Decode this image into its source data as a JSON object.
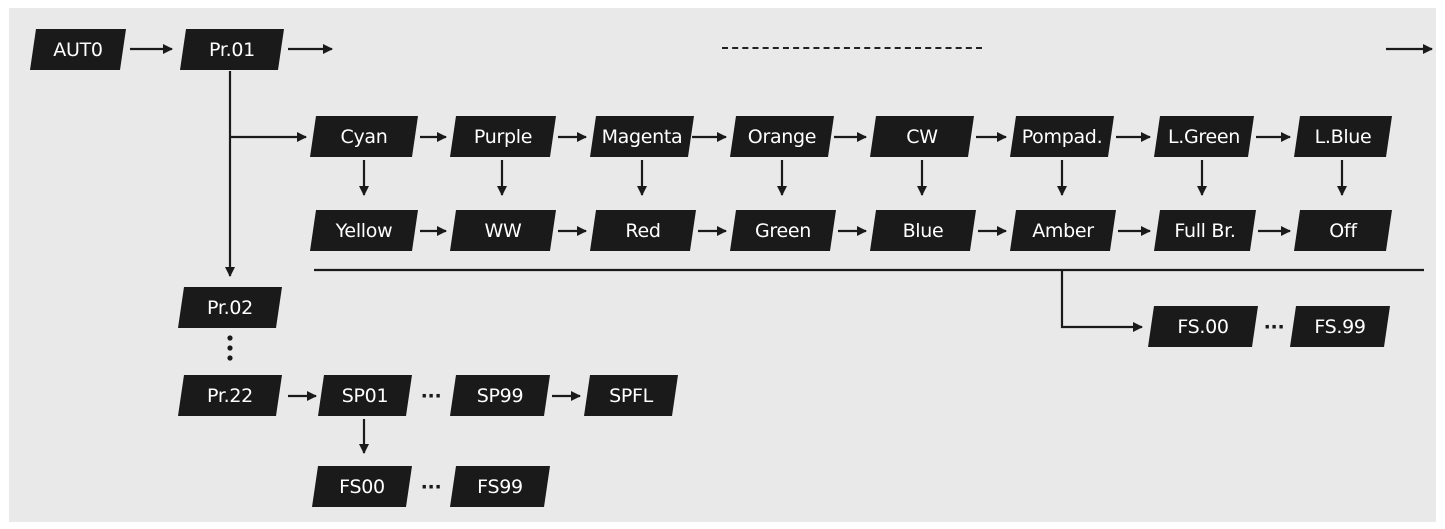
{
  "nodes": {
    "auto": "AUT0",
    "pr01": "Pr.01",
    "pr02": "Pr.02",
    "pr22": "Pr.22",
    "cyan": "Cyan",
    "purple": "Purple",
    "magenta": "Magenta",
    "orange": "Orange",
    "cw": "CW",
    "pompad": "Pompad.",
    "lgreen": "L.Green",
    "lblue": "L.Blue",
    "yellow": "Yellow",
    "ww": "WW",
    "red": "Red",
    "green": "Green",
    "blue": "Blue",
    "amber": "Amber",
    "fullbr": "Full Br.",
    "off": "Off",
    "fs00_dot": "FS.00",
    "fs99_dot": "FS.99",
    "sp01": "SP01",
    "sp99": "SP99",
    "spfl": "SPFL",
    "fs00": "FS00",
    "fs99": "FS99"
  },
  "ellipsis": "···",
  "colors": {
    "box": "#1a1a1a",
    "text": "#ffffff",
    "background": "#e9e9e9",
    "line": "#1a1a1a"
  }
}
